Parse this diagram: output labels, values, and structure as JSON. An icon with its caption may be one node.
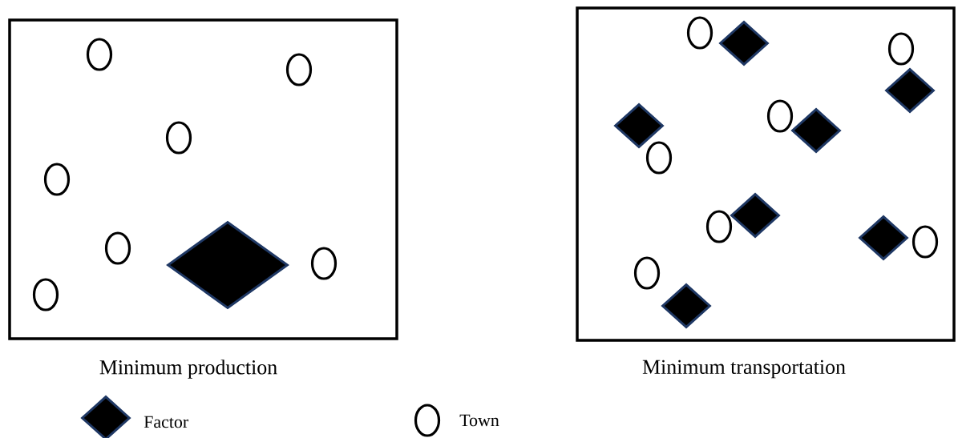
{
  "diagram": {
    "nodes": [
      {
        "text": [],
        "shape": "box",
        "beside": [
          "Minimum production"
        ]
      },
      {
        "text": [],
        "shape": "circle",
        "in": 0
      },
      {
        "text": [],
        "shape": "circle",
        "in": 0
      },
      {
        "text": [],
        "shape": "circle",
        "in": 0
      },
      {
        "text": [],
        "shape": "circle",
        "in": 0
      },
      {
        "text": [],
        "shape": "circle",
        "in": 0
      },
      {
        "text": [],
        "shape": "diamond",
        "in": 0
      },
      {
        "text": [],
        "shape": "circle",
        "in": 0
      },
      {
        "text": [],
        "shape": "circle",
        "in": 0
      },
      {
        "text": [],
        "shape": "box",
        "beside": [
          "Minimum  transportation"
        ]
      },
      {
        "text": [],
        "shape": "circle",
        "in": 9
      },
      {
        "text": [],
        "shape": "diamond",
        "in": 9
      },
      {
        "text": [],
        "shape": "circle",
        "in": 9
      },
      {
        "text": [],
        "shape": "diamond",
        "in": 9
      },
      {
        "text": [],
        "shape": "diamond",
        "in": 9
      },
      {
        "text": [],
        "shape": "circle",
        "in": 9
      },
      {
        "text": [],
        "shape": "diamond",
        "in": 9
      },
      {
        "text": [],
        "shape": "circle",
        "in": 9
      },
      {
        "text": [],
        "shape": "diamond",
        "in": 9
      },
      {
        "text": [],
        "shape": "circle",
        "in": 9
      },
      {
        "text": [],
        "shape": "diamond",
        "in": 9
      },
      {
        "text": [],
        "shape": "circle",
        "in": 9
      },
      {
        "text": [],
        "shape": "circle",
        "in": 9
      },
      {
        "text": [],
        "shape": "diamond",
        "in": 9
      }
    ],
    "legend": [
      {
        "text": "Factor"
      },
      {
        "text": "Town"
      }
    ]
  }
}
